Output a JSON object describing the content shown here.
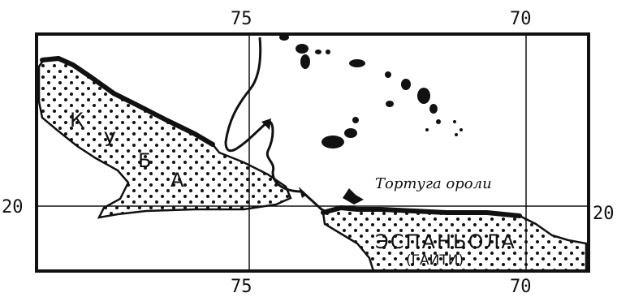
{
  "map": {
    "longitude_top": [
      "75",
      "70"
    ],
    "longitude_bottom": [
      "75",
      "70"
    ],
    "latitude_left": "20",
    "latitude_right": "20",
    "labels": {
      "cuba": [
        "К",
        "У",
        "Б",
        "А"
      ],
      "tortuga": "Тортуга ороли",
      "hispaniola": "ЭСПАНЬОЛА",
      "haiti": "(ГАИТИ)"
    }
  }
}
